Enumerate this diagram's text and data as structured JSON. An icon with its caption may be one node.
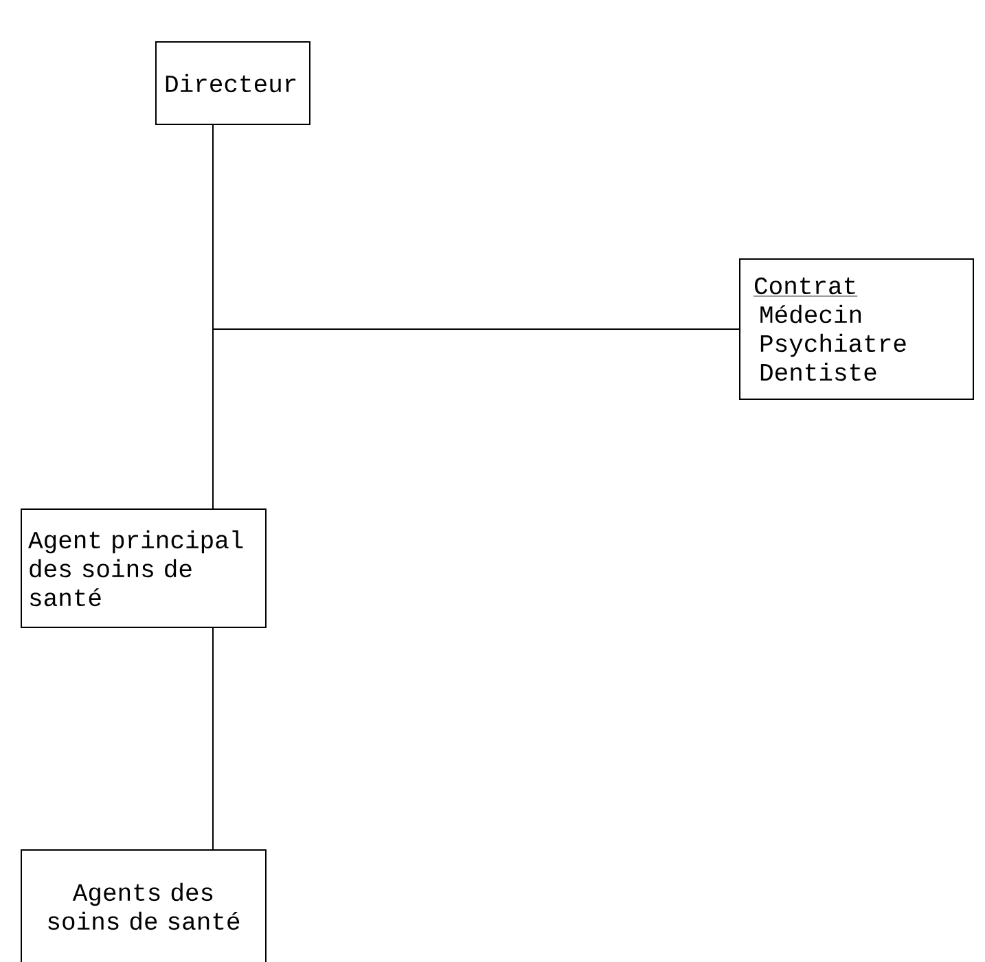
{
  "diagram": {
    "nodes": [
      {
        "text": [
          "Directeur"
        ]
      },
      {
        "text": [
          "Contrat",
          "Médecin",
          "Psychiatre",
          "Dentiste"
        ]
      },
      {
        "text": [
          "Agent principal des soins de santé"
        ]
      },
      {
        "text": [
          "Agents des soins de santé"
        ]
      }
    ],
    "edges": [
      {
        "from": 0,
        "to": 2,
        "arrow": "none"
      },
      {
        "from": 1,
        "to": 0,
        "arrow": "none"
      },
      {
        "from": 2,
        "to": 3,
        "arrow": "none"
      }
    ]
  }
}
